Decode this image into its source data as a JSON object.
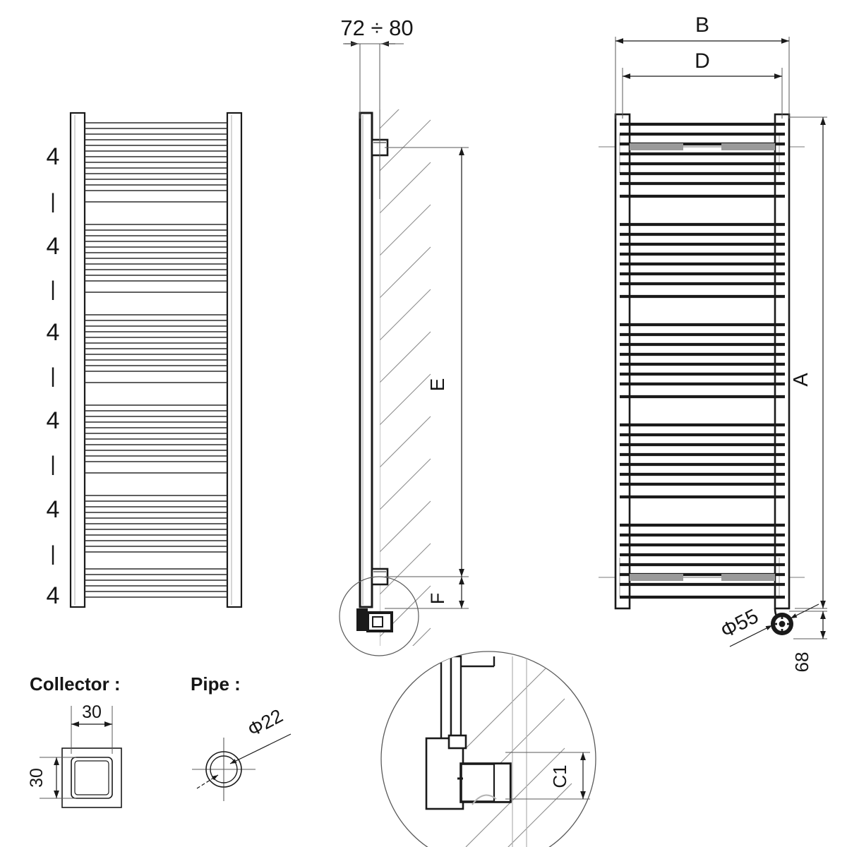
{
  "drawing": {
    "title": "Towel radiator technical drawing",
    "type": "engineering-dimension-drawing",
    "units": "mm"
  },
  "views": {
    "left_elevation": {
      "name": "front-elevation-left",
      "group_labels": [
        "4",
        "|",
        "4",
        "|",
        "4",
        "|",
        "4",
        "|",
        "4",
        "|",
        "4"
      ],
      "group_counts": [
        4,
        4,
        4,
        4,
        4,
        4
      ],
      "rails_per_group": 4,
      "separator_glyph": "|"
    },
    "side_section": {
      "name": "side-section-view",
      "depth_dim": "72 ÷ 80",
      "bracket_span_dim": "E",
      "bottom_offset_dim": "F"
    },
    "front_elevation": {
      "name": "front-elevation-right",
      "outer_width_dim": "B",
      "inner_width_dim": "D",
      "height_dim": "A",
      "valve_dim": "Φ55",
      "valve_offset_dim": "68"
    },
    "detail_circle": {
      "name": "wall-bracket-detail",
      "dim": "C1"
    }
  },
  "sections": {
    "collector": {
      "title": "Collector :",
      "width": "30",
      "height": "30"
    },
    "pipe": {
      "title": "Pipe :",
      "diameter": "Φ22"
    }
  },
  "colors": {
    "line": "#1a1a1a",
    "thin_line": "#5a5a5a",
    "hatch": "#8c8c8c",
    "center_line": "#7a7a7a",
    "fill": "#ffffff"
  }
}
